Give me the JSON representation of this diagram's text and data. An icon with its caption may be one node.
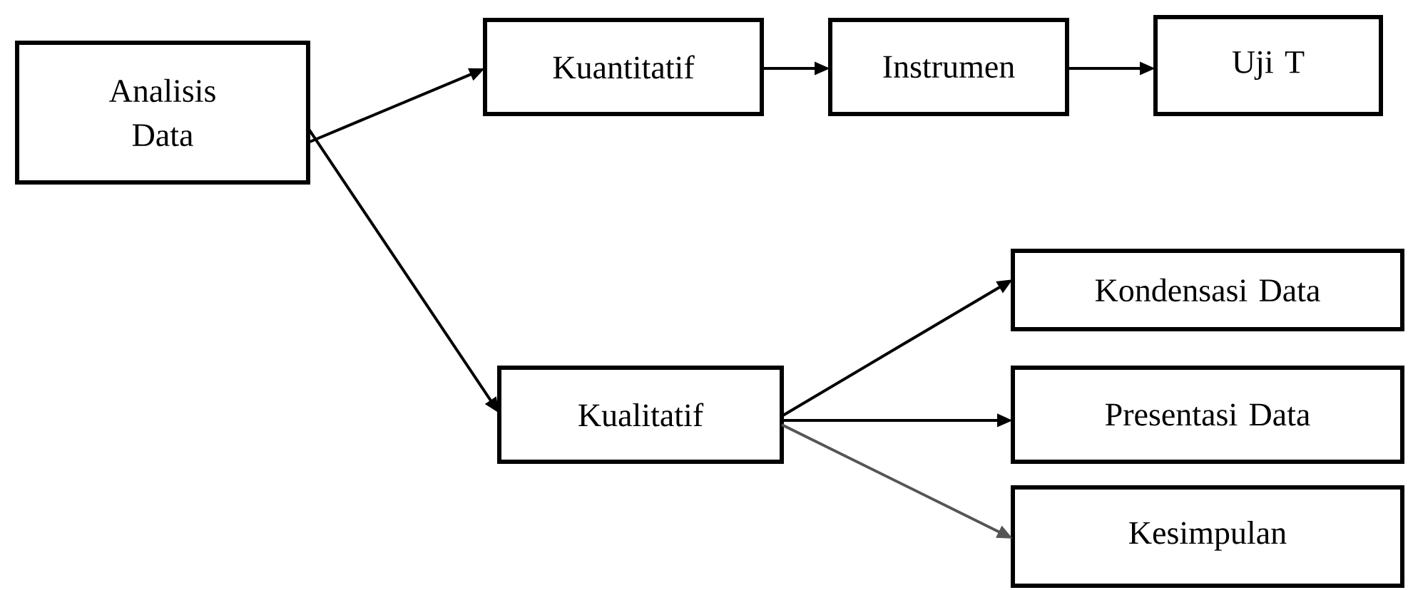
{
  "diagram": {
    "nodes": [
      {
        "text": [
          "Analisis Data"
        ]
      },
      {
        "text": [
          "Kuantitatif"
        ]
      },
      {
        "text": [
          "Instrumen"
        ]
      },
      {
        "text": [
          "Uji T"
        ]
      },
      {
        "text": [
          "Kualitatif"
        ]
      },
      {
        "text": [
          "Kondensasi Data"
        ]
      },
      {
        "text": [
          "Presentasi Data"
        ]
      },
      {
        "text": [
          "Kesimpulan"
        ]
      }
    ],
    "edges": [
      {
        "from": 0,
        "to": 1,
        "arrow": "to"
      },
      {
        "from": 1,
        "to": 2,
        "arrow": "to"
      },
      {
        "from": 2,
        "to": 3,
        "arrow": "to"
      },
      {
        "from": 0,
        "to": 4,
        "arrow": "to"
      },
      {
        "from": 4,
        "to": 5,
        "arrow": "to"
      },
      {
        "from": 4,
        "to": 6,
        "arrow": "to"
      },
      {
        "from": 4,
        "to": 7,
        "arrow": "to",
        "color": "#555555"
      }
    ]
  }
}
